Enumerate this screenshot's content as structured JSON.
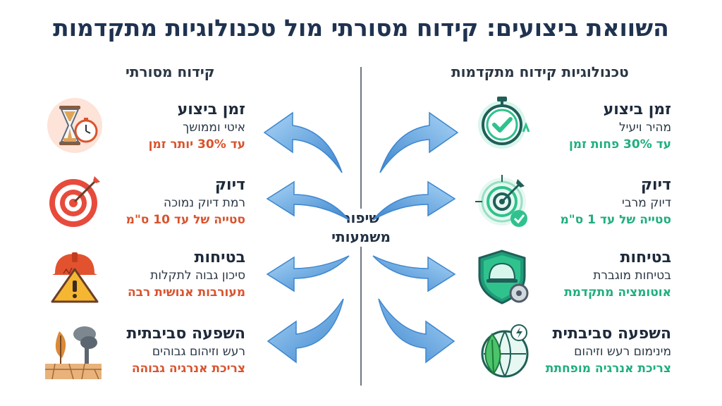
{
  "title": "השוואת ביצועים: קידוח מסורתי מול טכנולוגיות מתקדמות",
  "columns": {
    "traditional": "קידוח מסורתי",
    "advanced": "טכנולוגיות קידוח מתקדמות"
  },
  "center_label": [
    "שיפור",
    "משמעותי"
  ],
  "rows": [
    {
      "heading": "זמן ביצוע",
      "traditional": {
        "desc": "איטי וממושך",
        "metric": "עד 30% יותר זמן",
        "icon": "hourglass-stopwatch-icon"
      },
      "advanced": {
        "desc": "מהיר ויעיל",
        "metric": "עד 30% פחות זמן",
        "icon": "stopwatch-check-icon"
      }
    },
    {
      "heading": "דיוק",
      "traditional": {
        "desc": "רמת דיוק נמוכה",
        "metric": "סטייה של עד 10 ס\"מ",
        "icon": "target-icon"
      },
      "advanced": {
        "desc": "דיוק מרבי",
        "metric": "סטייה של עד 1 ס\"מ",
        "icon": "precision-target-icon"
      }
    },
    {
      "heading": "בטיחות",
      "traditional": {
        "desc": "סיכון גבוה לתקלות",
        "metric": "מעורבות אנושית רבה",
        "icon": "warning-helmet-icon"
      },
      "advanced": {
        "desc": "בטיחות מוגברת",
        "metric": "אוטומציה מתקדמת",
        "icon": "shield-helmet-gear-icon"
      }
    },
    {
      "heading": "השפעה סביבתית",
      "traditional": {
        "desc": "רעש וזיהום גבוהים",
        "metric": "צריכת אנרגיה גבוהה",
        "icon": "drought-pollution-icon"
      },
      "advanced": {
        "desc": "מינימום רעש וזיהום",
        "metric": "צריכת אנרגיה מופחתת",
        "icon": "leaf-globe-energy-icon"
      }
    }
  ],
  "colors": {
    "title": "#1f3350",
    "traditional_metric": "#d9532d",
    "advanced_metric": "#1fae7f",
    "arrow": "#6fb0e6"
  }
}
